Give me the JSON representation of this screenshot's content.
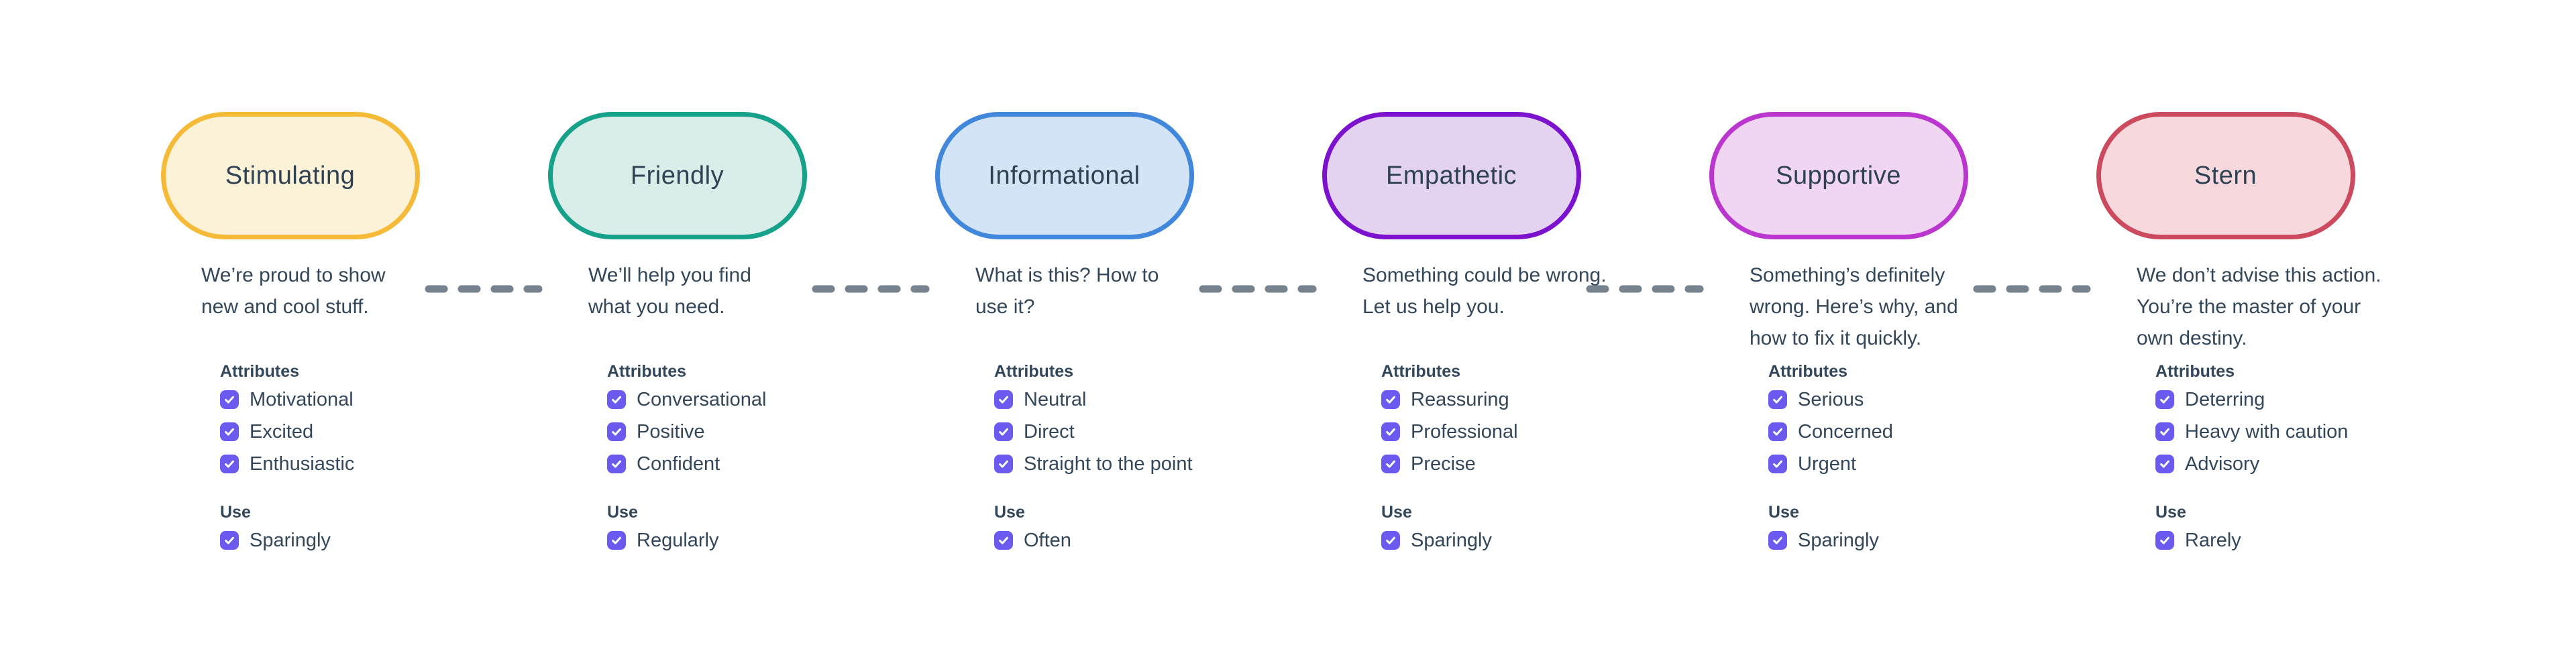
{
  "page": {
    "background": "#ffffff"
  },
  "connector": {
    "color": "#76828e",
    "style": "dashed"
  },
  "checkbox": {
    "color": "#6a5af0",
    "checked": true
  },
  "section_labels": {
    "attributes": "Attributes",
    "use": "Use"
  },
  "tones": [
    {
      "name": "Stimulating",
      "description": "We’re proud to show\nnew and cool stuff.",
      "border_color": "#f5bb38",
      "fill_color": "#fbf2d7",
      "attributes": [
        "Motivational",
        "Excited",
        "Enthusiastic"
      ],
      "use": "Sparingly"
    },
    {
      "name": "Friendly",
      "description": "We’ll help you find\nwhat you need.",
      "border_color": "#16a28a",
      "fill_color": "#d9ede9",
      "attributes": [
        "Conversational",
        "Positive",
        "Confident"
      ],
      "use": "Regularly"
    },
    {
      "name": "Informational",
      "description": "What is this? How to\nuse it?",
      "border_color": "#4187db",
      "fill_color": "#d4e4f7",
      "attributes": [
        "Neutral",
        "Direct",
        "Straight to the point"
      ],
      "use": "Often"
    },
    {
      "name": "Empathetic",
      "description": "Something could be wrong.\nLet us help you.",
      "border_color": "#7c12ce",
      "fill_color": "#e3d2f0",
      "attributes": [
        "Reassuring",
        "Professional",
        "Precise"
      ],
      "use": "Sparingly"
    },
    {
      "name": "Supportive",
      "description": "Something’s definitely\nwrong. Here’s why, and\nhow to fix it quickly.",
      "border_color": "#bb35cf",
      "fill_color": "#f1d6f3",
      "attributes": [
        "Serious",
        "Concerned",
        "Urgent"
      ],
      "use": "Sparingly"
    },
    {
      "name": "Stern",
      "description": "We don’t advise this action.\nYou’re the master of your\nown destiny.",
      "border_color": "#cc4a5e",
      "fill_color": "#f7d9dd",
      "attributes": [
        "Deterring",
        "Heavy with caution",
        "Advisory"
      ],
      "use": "Rarely"
    }
  ]
}
